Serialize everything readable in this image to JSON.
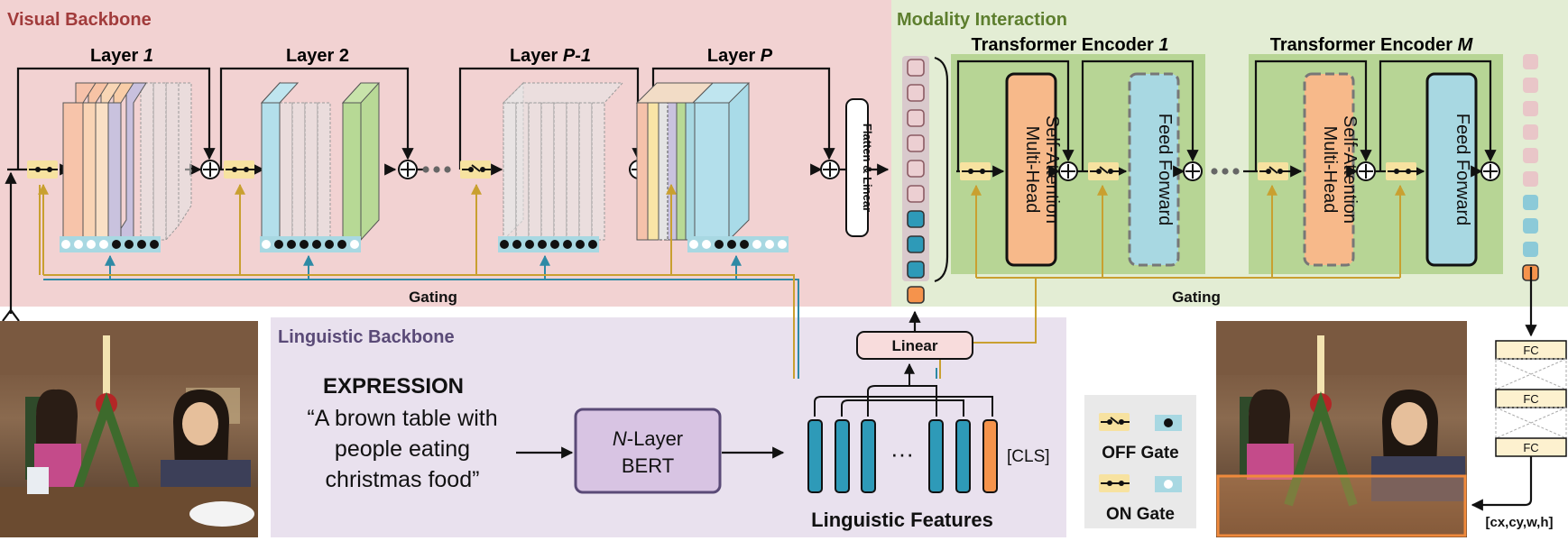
{
  "visual_backbone": {
    "title": "Visual Backbone",
    "layers": [
      {
        "prefix": "Layer ",
        "index": "1"
      },
      {
        "prefix": "Layer 2",
        "index": ""
      },
      {
        "prefix": "Layer ",
        "index": "P-1"
      },
      {
        "prefix": "Layer ",
        "index": "P"
      }
    ],
    "gate_states": [
      [
        "on",
        "on",
        "on",
        "on",
        "off",
        "off",
        "off",
        "off"
      ],
      [
        "on",
        "off",
        "off",
        "off",
        "off",
        "off",
        "off",
        "on"
      ],
      [
        "off",
        "off",
        "off",
        "off",
        "off",
        "off",
        "off",
        "off"
      ],
      [
        "on",
        "on",
        "off",
        "off",
        "off",
        "on",
        "on",
        "on"
      ]
    ],
    "flatten_label": "Flatten & Linear",
    "gating_label": "Gating"
  },
  "modality_interaction": {
    "title": "Modality Interaction",
    "encoders": [
      {
        "prefix": "Transformer Encoder ",
        "index": "1"
      },
      {
        "prefix": "Transformer Encoder ",
        "index": "M"
      }
    ],
    "mhsa_line1": "Multi-Head",
    "mhsa_line2": "Self-Attention",
    "ff_label": "Feed Forward",
    "gating_label": "Gating"
  },
  "linguistic_backbone": {
    "title": "Linguistic Backbone",
    "expression_heading": "EXPRESSION",
    "expression_lines": [
      "“A brown table with",
      "people eating",
      "christmas food”"
    ],
    "bert_line1_italic": "N",
    "bert_line1_rest": "-Layer",
    "bert_line2": "BERT",
    "ellipsis": "···",
    "cls_label": "[CLS]",
    "features_label": "Linguistic Features",
    "linear_label": "Linear"
  },
  "legend": {
    "off_label": "OFF Gate",
    "on_label": "ON Gate"
  },
  "head": {
    "fc_label": "FC",
    "output_label": "[cx,cy,w,h]"
  },
  "colors": {
    "visual_bg": "#f2d2d2",
    "interaction_bg": "#e3edd4",
    "linguistic_bg": "#e9e1ee",
    "encoder_bg": "#b7d595",
    "mhsa_fill": "#f7b98a",
    "ff_fill": "#a8d8e2",
    "teal": "#2e9ab8",
    "orange": "#f5934c",
    "gold": "#d4a93a",
    "linear_fill": "#f8dcdc",
    "bert_fill": "#d8c4e3",
    "fc_fill": "#fdf1cf",
    "legend_bg": "#e9e9e9"
  }
}
